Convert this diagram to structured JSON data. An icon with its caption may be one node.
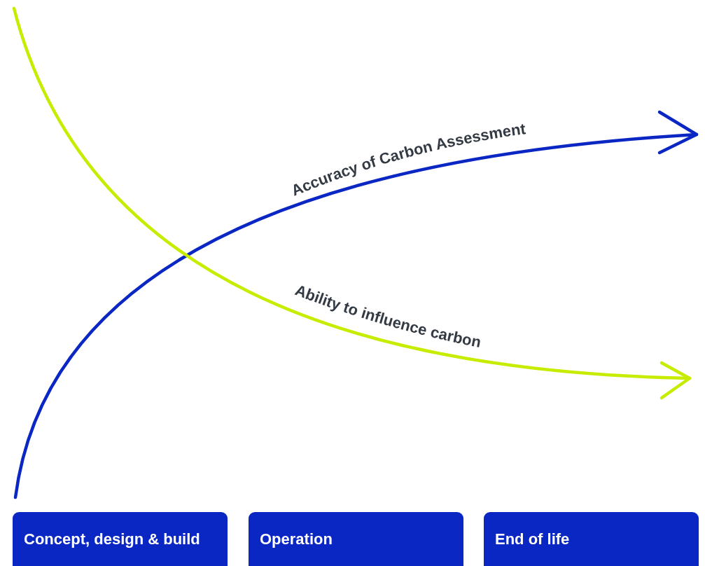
{
  "diagram": {
    "nodes": [
      {
        "text": [
          "Concept, design & build"
        ]
      },
      {
        "text": [
          "Operation"
        ]
      },
      {
        "text": [
          "End of life"
        ]
      }
    ],
    "labels": [
      "Accuracy of Carbon Assessment",
      "Ability to influence carbon"
    ]
  }
}
